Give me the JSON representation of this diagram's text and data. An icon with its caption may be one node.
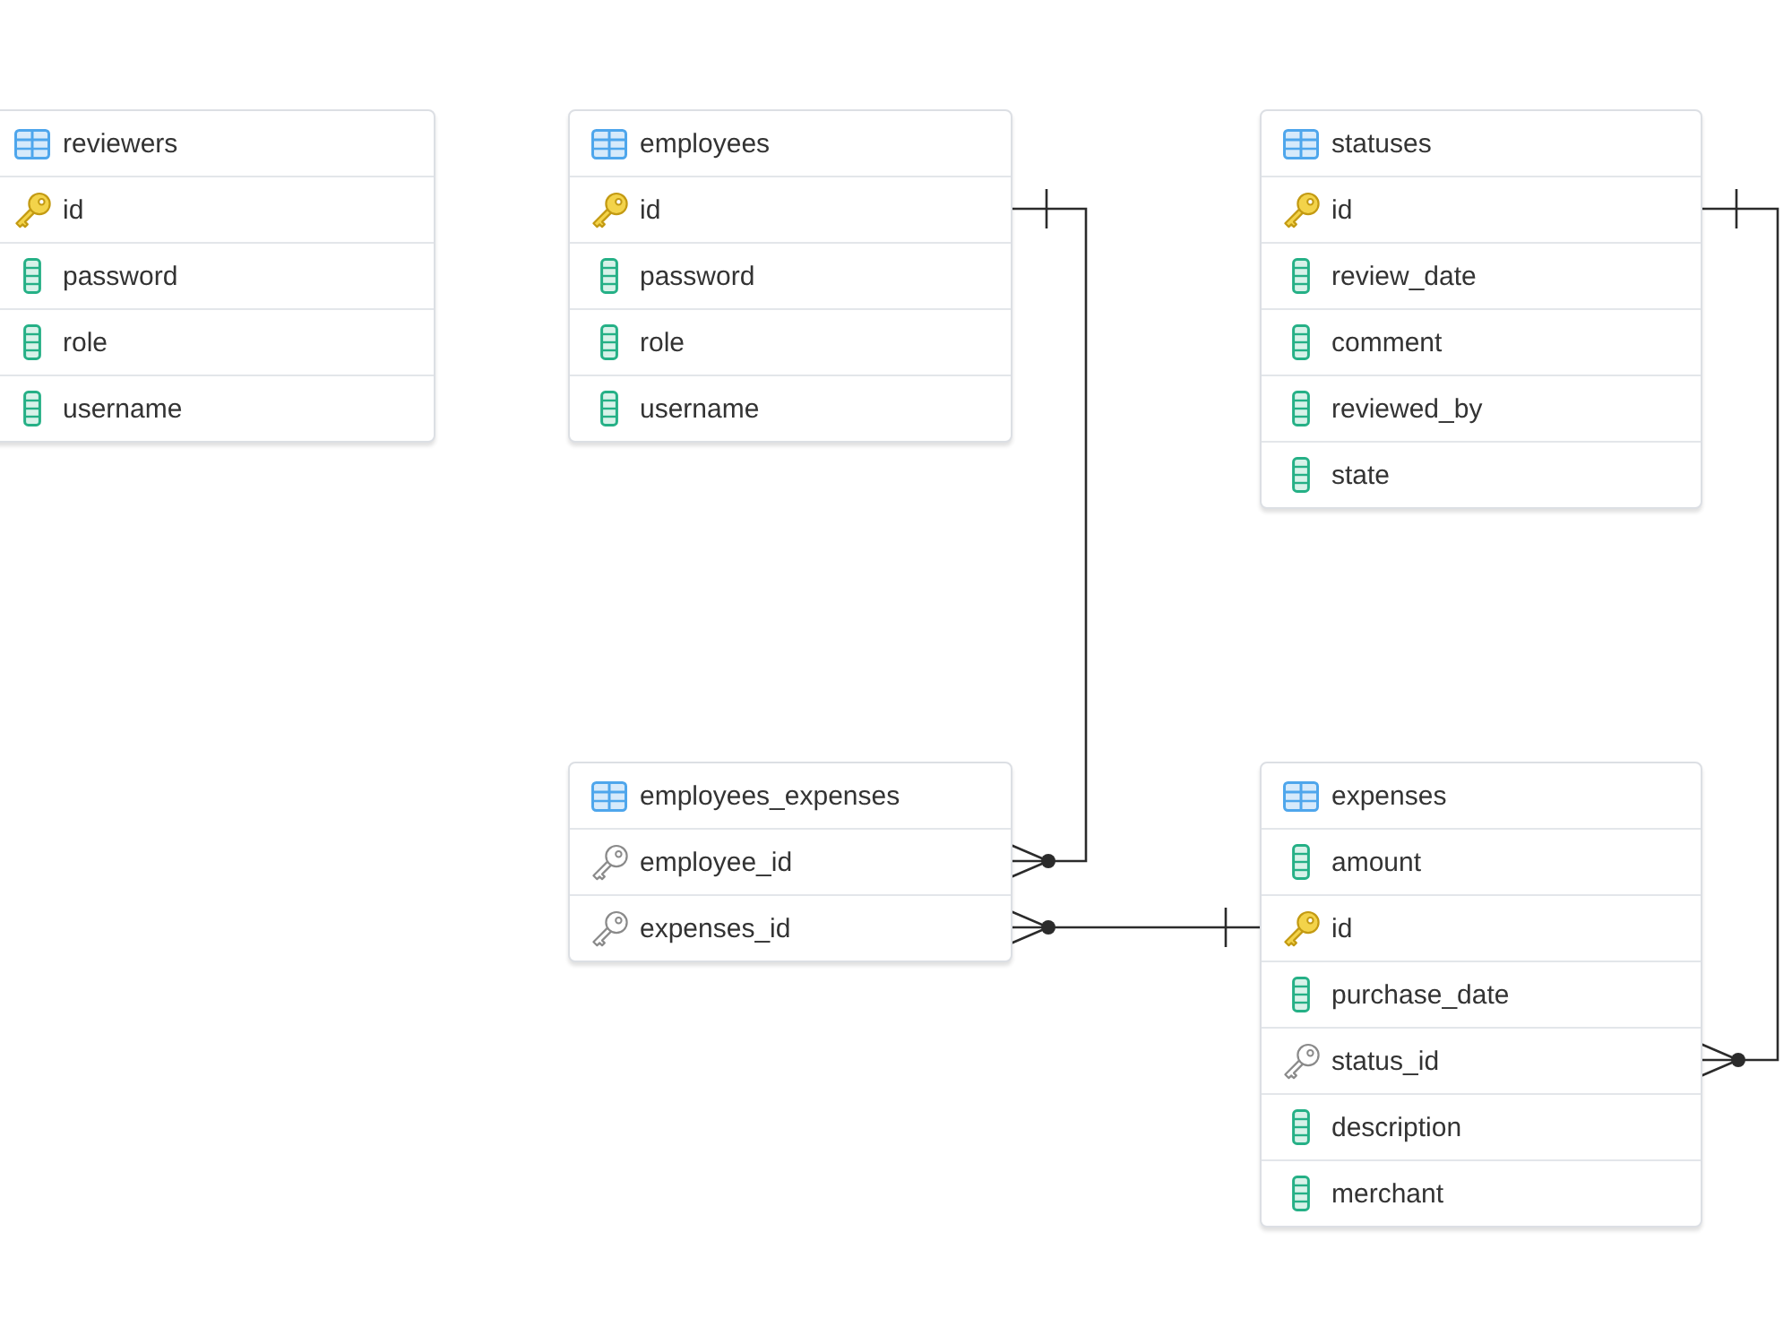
{
  "diagram": {
    "nodes": [
      {
        "text": [
          "reviewers"
        ]
      },
      {
        "text": [
          "id"
        ],
        "in": 0
      },
      {
        "text": [
          "password"
        ],
        "in": 0
      },
      {
        "text": [
          "role"
        ],
        "in": 0
      },
      {
        "text": [
          "username"
        ],
        "in": 0
      },
      {
        "text": [
          "employees"
        ]
      },
      {
        "text": [
          "id"
        ],
        "in": 5
      },
      {
        "text": [
          "password"
        ],
        "in": 5
      },
      {
        "text": [
          "role"
        ],
        "in": 5
      },
      {
        "text": [
          "username"
        ],
        "in": 5
      },
      {
        "text": [
          "statuses"
        ]
      },
      {
        "text": [
          "id"
        ],
        "in": 10
      },
      {
        "text": [
          "review_date"
        ],
        "in": 10
      },
      {
        "text": [
          "comment"
        ],
        "in": 10
      },
      {
        "text": [
          "reviewed_by"
        ],
        "in": 10
      },
      {
        "text": [
          "state"
        ],
        "in": 10
      },
      {
        "text": [
          "employees_expenses"
        ]
      },
      {
        "text": [
          "employee_id"
        ],
        "in": 16
      },
      {
        "text": [
          "expenses_id"
        ],
        "in": 16
      },
      {
        "text": [
          "expenses"
        ]
      },
      {
        "text": [
          "amount"
        ],
        "in": 19
      },
      {
        "text": [
          "id"
        ],
        "in": 19
      },
      {
        "text": [
          "purchase_date"
        ],
        "in": 19
      },
      {
        "text": [
          "status_id"
        ],
        "in": 19
      },
      {
        "text": [
          "description"
        ],
        "in": 19
      },
      {
        "text": [
          "merchant"
        ],
        "in": 19
      }
    ],
    "edges": [
      {
        "from": 6,
        "to": 17,
        "arrow": "other"
      },
      {
        "from": 21,
        "to": 18,
        "arrow": "other"
      },
      {
        "from": 11,
        "to": 23,
        "arrow": "other"
      }
    ]
  }
}
